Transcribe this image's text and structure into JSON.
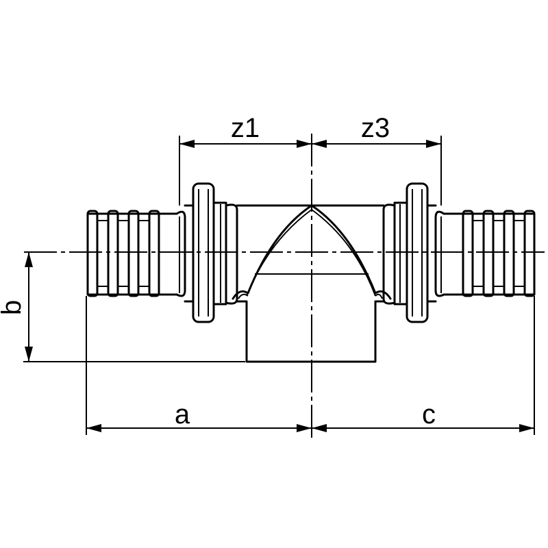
{
  "dimensions": {
    "z1": "z1",
    "z3": "z3",
    "a": "a",
    "b": "b",
    "c": "c"
  }
}
